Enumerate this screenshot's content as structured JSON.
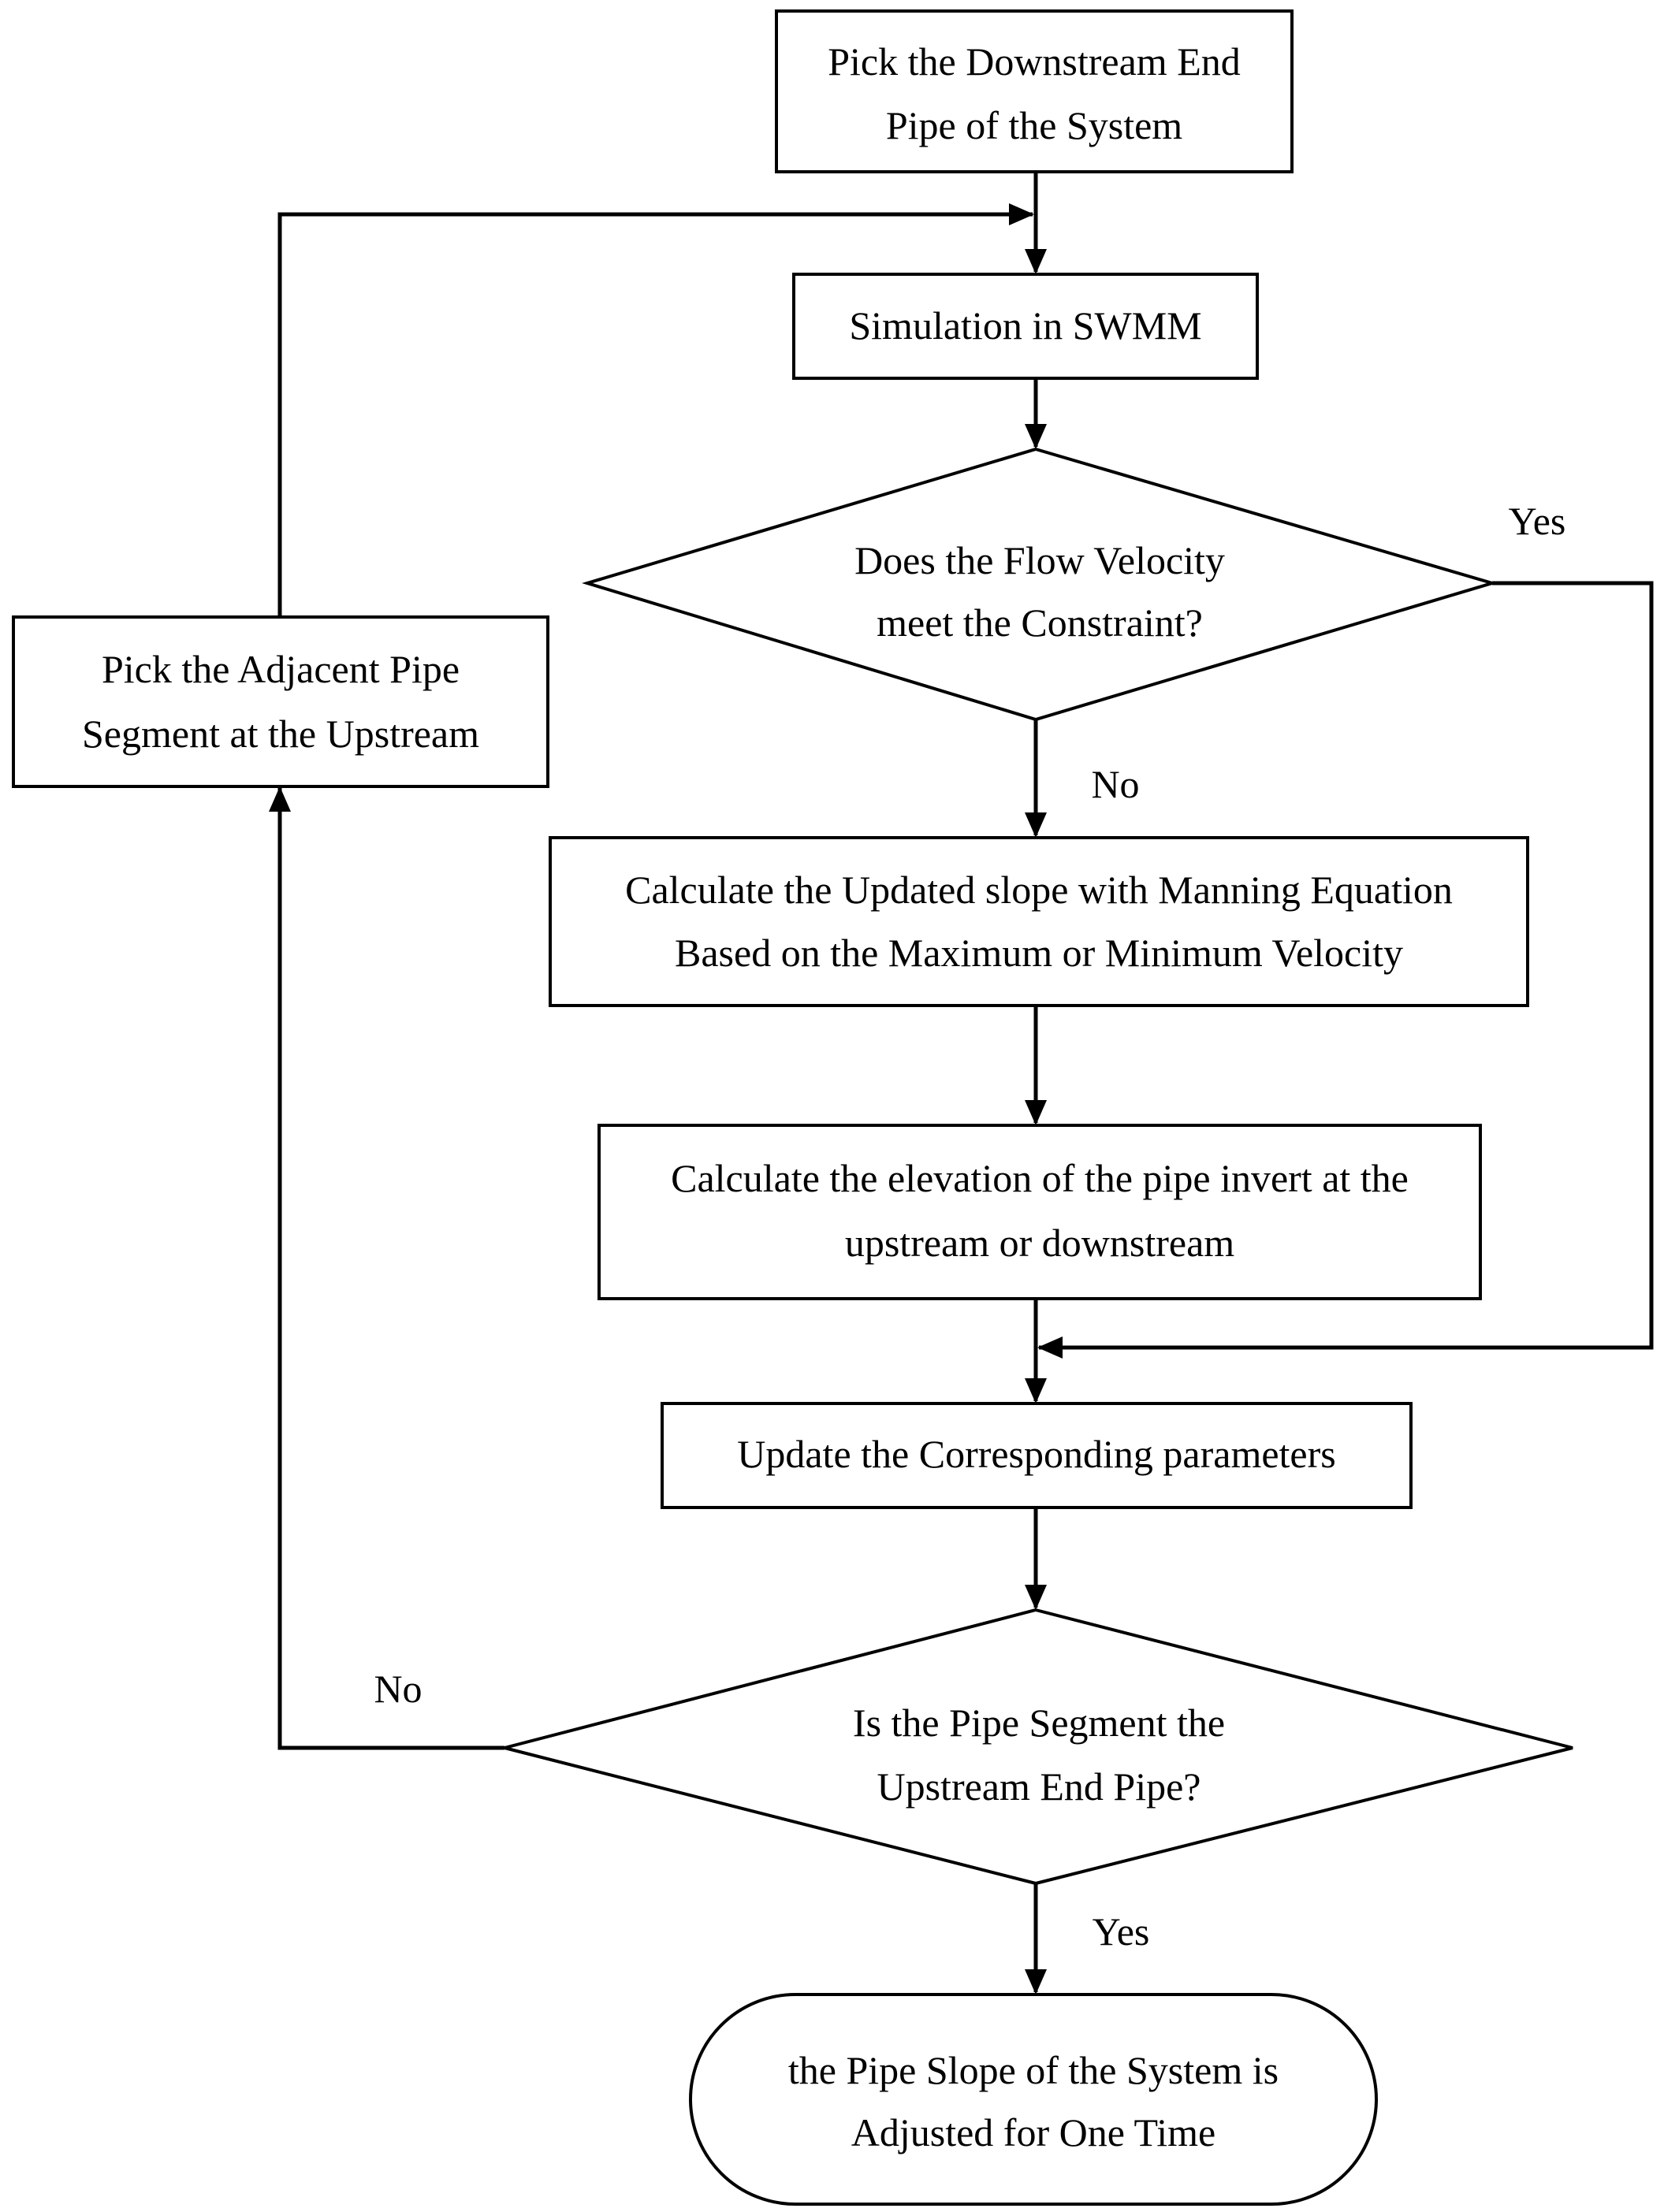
{
  "nodes": {
    "start": {
      "line1": "Pick the Downstream End",
      "line2": "Pipe of the System"
    },
    "simulate": {
      "line1": "Simulation in SWMM"
    },
    "velocity_check": {
      "line1": "Does the Flow Velocity",
      "line2": "meet the Constraint?"
    },
    "calc_slope": {
      "line1": "Calculate the Updated slope with Manning Equation",
      "line2": "Based on the Maximum or Minimum Velocity"
    },
    "calc_elevation": {
      "line1": "Calculate the elevation of the pipe invert at the",
      "line2": "upstream or downstream"
    },
    "update_params": {
      "line1": "Update the Corresponding parameters"
    },
    "upstream_check": {
      "line1": "Is the Pipe Segment the",
      "line2": "Upstream End Pipe?"
    },
    "end": {
      "line1": "the Pipe Slope of the System is",
      "line2": "Adjusted for One Time"
    },
    "pick_adjacent": {
      "line1": "Pick the Adjacent Pipe",
      "line2": "Segment at the Upstream"
    }
  },
  "edge_labels": {
    "velocity_yes": "Yes",
    "velocity_no": "No",
    "upstream_no": "No",
    "upstream_yes": "Yes"
  },
  "colors": {
    "stroke": "#000000",
    "background": "#ffffff"
  }
}
